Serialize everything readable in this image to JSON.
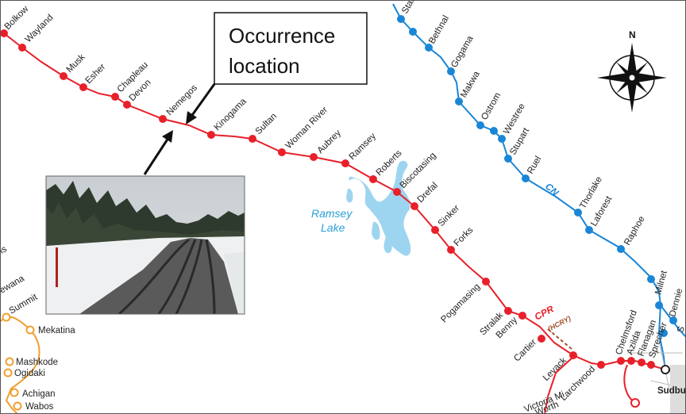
{
  "callout": {
    "line1": "Occurrence",
    "line2": "location"
  },
  "colors": {
    "cpr_line": "#e8202a",
    "cn_line": "#1a86d6",
    "other_line": "#f0a030",
    "lake": "#9dd5f0",
    "lake_label": "#2a9fd6",
    "hcry_label": "#a0522d"
  },
  "lake": {
    "name1": "Ramsey",
    "name2": "Lake"
  },
  "railways": {
    "cpr_label": "CPR",
    "hcry_label": "(HCRY)",
    "cn_label": "CN"
  },
  "compass": {
    "north_label": "N",
    "icon": "compass-rose-icon"
  },
  "photo": {
    "icon": "railway-track-photo"
  },
  "cpr_stations": [
    "Bolkow",
    "Wayland",
    "Musk",
    "Esher",
    "Chapleau",
    "Devon",
    "Nemegos",
    "Kinogama",
    "Sultan",
    "Woman River",
    "Aubrey",
    "Ramsey",
    "Roberts",
    "Biscotasing",
    "Drefal",
    "Sinker",
    "Forks",
    "Pogamasing",
    "Stralak",
    "Benny",
    "Cartier",
    "Levack",
    "Larchwood",
    "Chelmsford",
    "Azilda",
    "Flanagan",
    "Sprecher",
    "Victoria Mi",
    "Worth"
  ],
  "cn_stations": [
    "Stac",
    "Bethnal",
    "Gogama",
    "Makwa",
    "Ostrom",
    "Westree",
    "Stupart",
    "Ruel",
    "Thorlake",
    "Laforest",
    "Raphoe",
    "Milnet",
    "Dennie",
    "S"
  ],
  "other_stations": [
    "ls",
    "ewana",
    "Summit",
    "Mekatina",
    "Mashkode",
    "Ogidaki",
    "Achigan",
    "Wabos"
  ],
  "sudbury": {
    "name": "Sudbur"
  }
}
